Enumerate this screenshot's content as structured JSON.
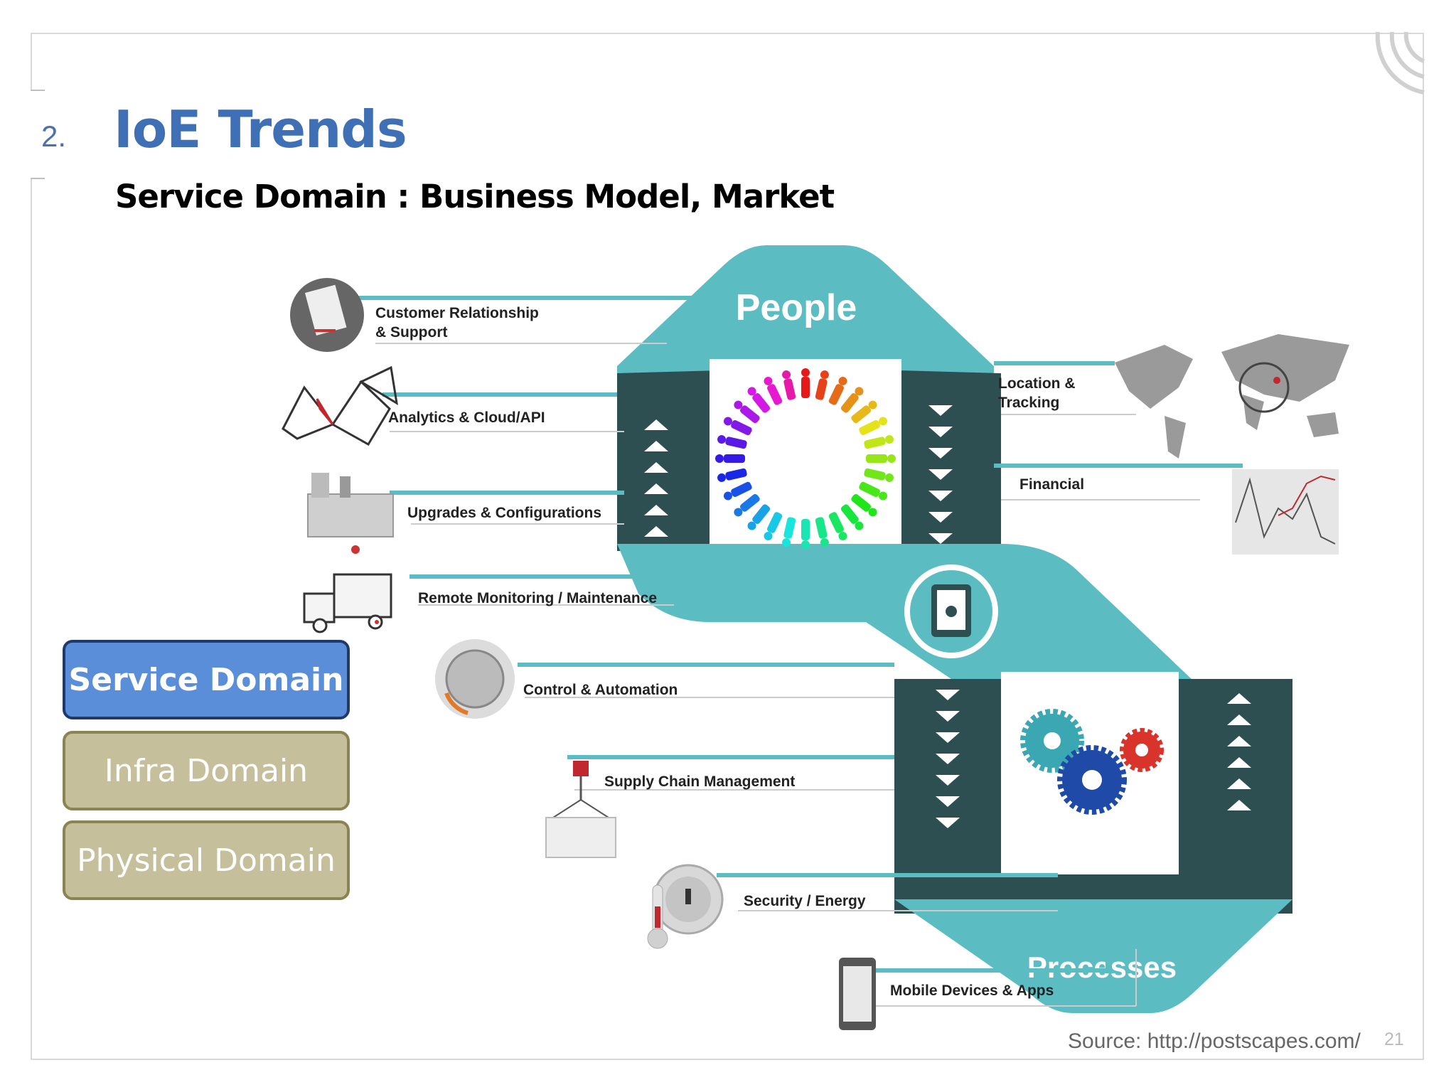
{
  "slide": {
    "number": "2.",
    "title": "IoE Trends",
    "subtitle": "Service Domain : Business Model, Market",
    "source": "Source: http://postscapes.com/",
    "page": "21"
  },
  "domains": [
    {
      "label": "Service Domain",
      "active": true
    },
    {
      "label": "Infra Domain",
      "active": false
    },
    {
      "label": "Physical Domain",
      "active": false
    }
  ],
  "diagram": {
    "people": "People",
    "processes": "Processes",
    "left_items": [
      {
        "line1": "Customer Relationship",
        "line2": "& Support"
      },
      {
        "line1": "Analytics & Cloud/API"
      },
      {
        "line1": "Upgrades & Configurations"
      },
      {
        "line1": "Remote Monitoring / Maintenance"
      },
      {
        "line1": "Control & Automation"
      },
      {
        "line1": "Supply Chain Management"
      },
      {
        "line1": "Security / Energy"
      },
      {
        "line1": "Mobile Devices & Apps"
      }
    ],
    "right_items": [
      {
        "line1": "Location &",
        "line2": "Tracking"
      },
      {
        "line1": "Financial"
      }
    ]
  },
  "colors": {
    "accent_blue": "#3f6fb5",
    "teal": "#5bbcc2",
    "dark_teal": "#2e4f52",
    "domain_active": "#5b8ed8",
    "domain_inactive": "#c6bf9c"
  }
}
